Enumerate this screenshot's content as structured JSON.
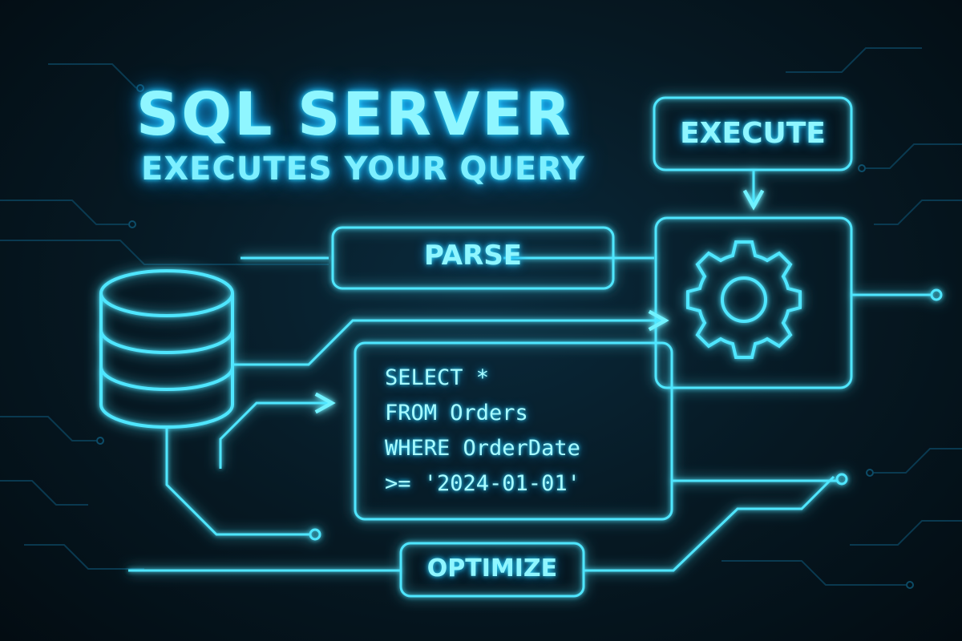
{
  "title": {
    "line1": "SQL SERVER",
    "line2": "EXECUTES YOUR QUERY"
  },
  "steps": {
    "execute": "EXECUTE",
    "parse": "PARSE",
    "optimize": "OPTIMIZE"
  },
  "query": {
    "lines": [
      "SELECT *",
      "FROM Orders",
      "WHERE OrderDate",
      ">= '2024-01-01'"
    ]
  },
  "icons": [
    "database-icon",
    "gear-icon"
  ],
  "colors": {
    "background": "#061822",
    "glow": "#2fd9ff",
    "text": "#8ff6ff"
  }
}
